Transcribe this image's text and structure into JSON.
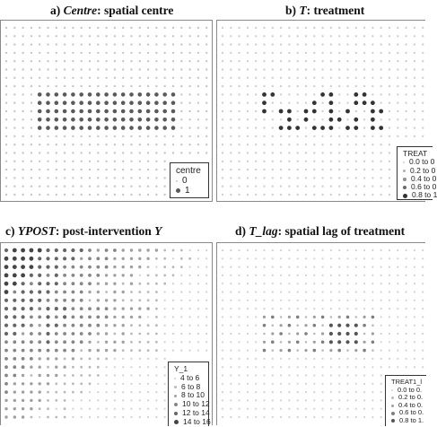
{
  "panels": [
    {
      "id": "a",
      "title": {
        "label": "a)",
        "italic": "Centre",
        "rest": ": spatial centre"
      },
      "legend": {
        "title": "centre",
        "entries": [
          {
            "label": "0",
            "color": "#c6c6c6",
            "size": 1.2
          },
          {
            "label": "1",
            "color": "#5a5a5a",
            "size": 2.3
          }
        ]
      }
    },
    {
      "id": "b",
      "title": {
        "label": "b)",
        "italic": "T",
        "rest": ": treatment"
      },
      "legend": {
        "title": "TREAT",
        "entries": [
          {
            "label": "0.0 to 0",
            "color": "#cfcfcf",
            "size": 1.2
          },
          {
            "label": "0.2 to 0",
            "color": "#b0b0b0",
            "size": 1.5
          },
          {
            "label": "0.4 to 0",
            "color": "#909090",
            "size": 1.8
          },
          {
            "label": "0.6 to 0",
            "color": "#6a6a6a",
            "size": 2.1
          },
          {
            "label": "0.8 to 1",
            "color": "#333333",
            "size": 2.4
          }
        ]
      }
    },
    {
      "id": "c",
      "title": {
        "label": "c)",
        "italic": "YPOST",
        "rest": ": post-intervention",
        "tail_italic": "Y"
      },
      "legend": {
        "title": "Y_1",
        "entries": [
          {
            "label": "4 to 6",
            "color": "#d0d0d0",
            "size": 1.1
          },
          {
            "label": "6 to 8",
            "color": "#b8b8b8",
            "size": 1.4
          },
          {
            "label": "8 to 10",
            "color": "#a0a0a0",
            "size": 1.7
          },
          {
            "label": "10 to 12",
            "color": "#868686",
            "size": 1.9
          },
          {
            "label": "12 to 14",
            "color": "#666666",
            "size": 2.1
          },
          {
            "label": "14 to 16",
            "color": "#444444",
            "size": 2.4
          }
        ]
      }
    },
    {
      "id": "d",
      "title": {
        "label": "d)",
        "italic": "T_lag",
        "rest": ": spatial lag of treatment"
      },
      "legend": {
        "title": "TREAT1_l",
        "entries": [
          {
            "label": "0.0 to 0.",
            "color": "#d2d2d2",
            "size": 1.1
          },
          {
            "label": "0.2 to 0.",
            "color": "#bbbbbb",
            "size": 1.3
          },
          {
            "label": "0.4 to 0.",
            "color": "#9e9e9e",
            "size": 1.6
          },
          {
            "label": "0.6 to 0.",
            "color": "#7e7e7e",
            "size": 1.8
          },
          {
            "label": "0.8 to 1.",
            "color": "#555555",
            "size": 2.1
          }
        ]
      }
    }
  ]
}
